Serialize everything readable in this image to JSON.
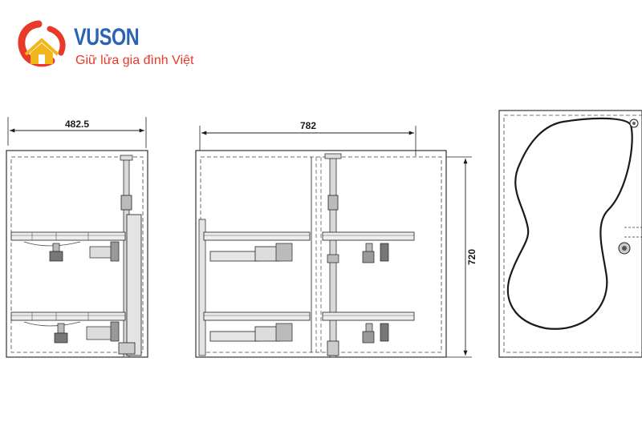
{
  "brand": {
    "name": "VUSON",
    "slogan": "Giữ lửa gia đình Việt",
    "colors": {
      "blue": "#2a62b5",
      "red": "#e8392a",
      "yellow": "#f2b51c"
    }
  },
  "drawings": {
    "side_view": {
      "width_label": "482.5"
    },
    "front_view": {
      "width_label": "782",
      "height_label": "720"
    },
    "top_view": {}
  }
}
